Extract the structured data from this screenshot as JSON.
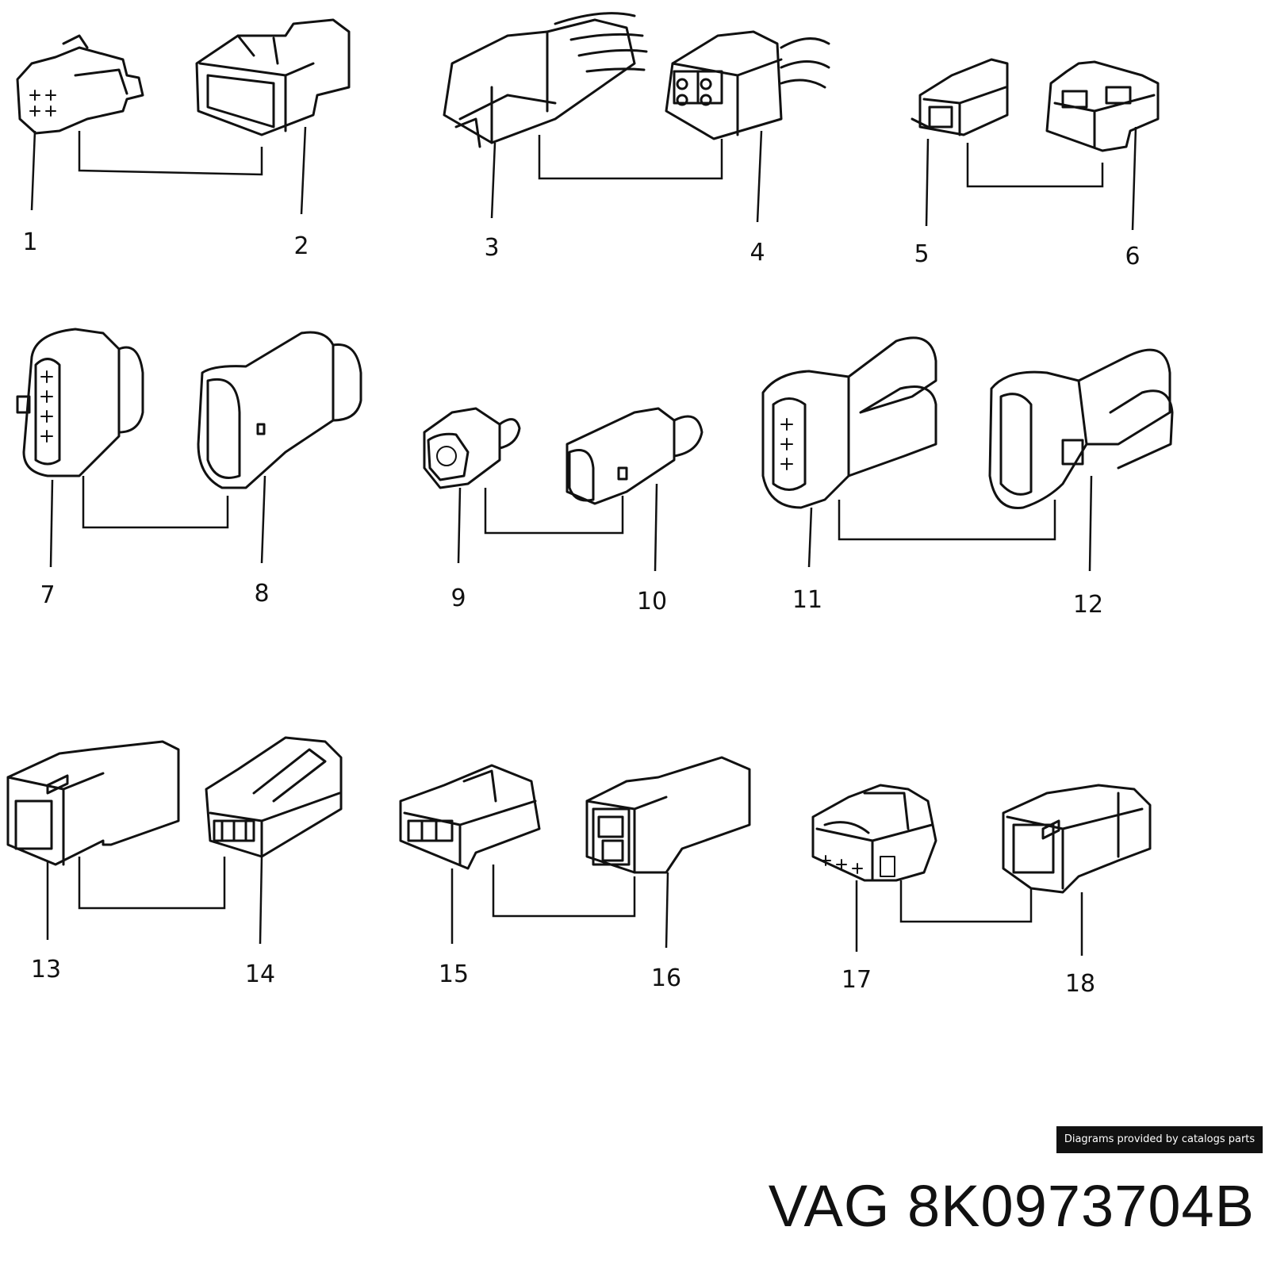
{
  "callouts": [
    "1",
    "2",
    "3",
    "4",
    "5",
    "6",
    "7",
    "8",
    "9",
    "10",
    "11",
    "12",
    "13",
    "14",
    "15",
    "16",
    "17",
    "18"
  ],
  "credit": "Diagrams provided by catalogs parts",
  "part_number": "VAG 8K0973704B"
}
